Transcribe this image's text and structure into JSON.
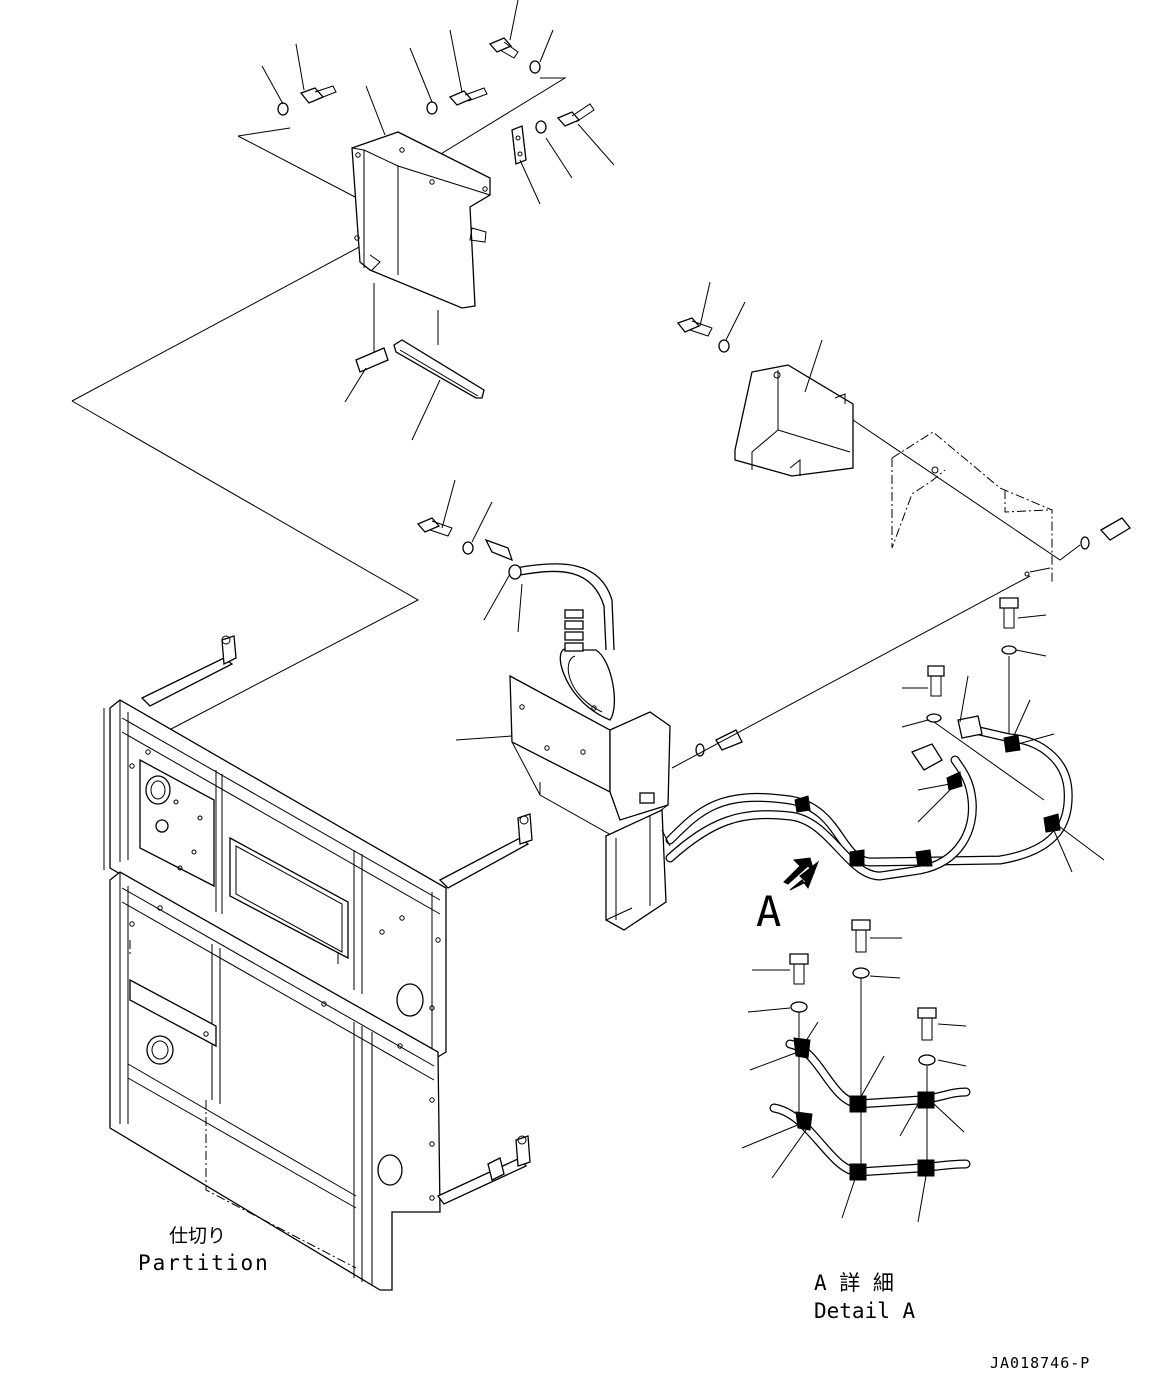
{
  "labels": {
    "partition_jp": "仕切り",
    "partition_en": "Partition",
    "view_marker": "A",
    "detail_jp": "A 詳 細",
    "detail_en": "Detail A",
    "drawing_id": "JA018746-P"
  }
}
